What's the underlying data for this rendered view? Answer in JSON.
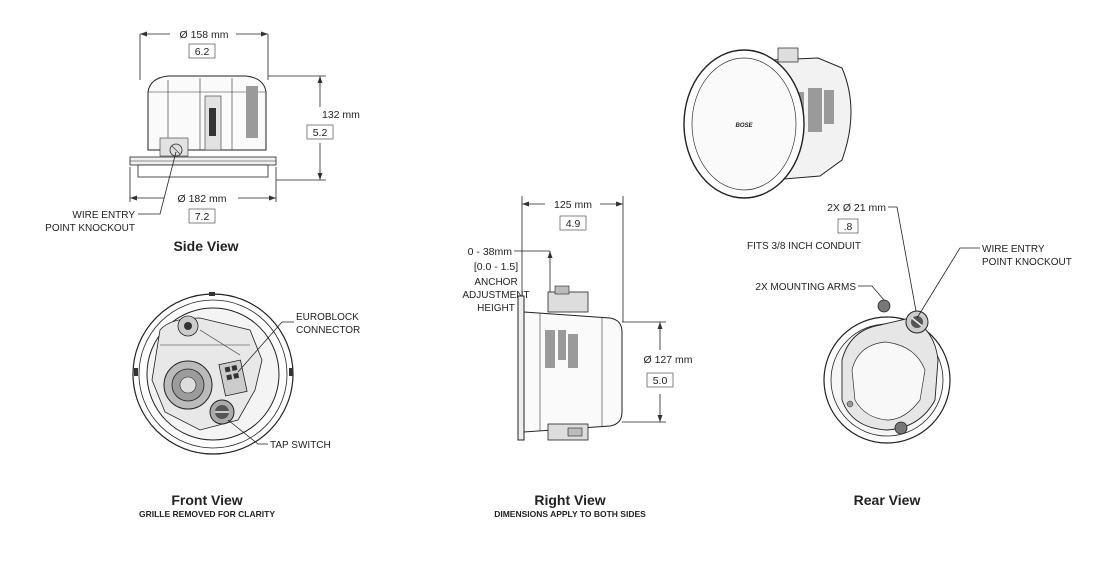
{
  "side_view": {
    "title": "Side View",
    "dim_top_mm": "Ø 158 mm",
    "dim_top_in": "6.2",
    "dim_height_mm": "132 mm",
    "dim_height_in": "5.2",
    "dim_bottom_mm": "Ø 182 mm",
    "dim_bottom_in": "7.2",
    "callout_line1": "WIRE ENTRY",
    "callout_line2": "POINT KNOCKOUT"
  },
  "front_view": {
    "title": "Front View",
    "subtitle": "GRILLE REMOVED FOR CLARITY",
    "callout_euroblock_line1": "EUROBLOCK",
    "callout_euroblock_line2": "CONNECTOR",
    "callout_tap": "TAP SWITCH"
  },
  "right_view": {
    "title": "Right View",
    "subtitle": "DIMENSIONS APPLY TO BOTH SIDES",
    "dim_depth_mm": "125 mm",
    "dim_depth_in": "4.9",
    "anchor_mm": "0 - 38mm",
    "anchor_in": "[0.0 - 1.5]",
    "anchor_line1": "ANCHOR",
    "anchor_line2": "ADJUSTMENT",
    "anchor_line3": "HEIGHT",
    "dim_dia_mm": "Ø 127 mm",
    "dim_dia_in": "5.0"
  },
  "rear_view": {
    "title": "Rear View",
    "conduit_mm": "2X Ø 21 mm",
    "conduit_in": ".8",
    "conduit_note": "FITS 3/8 INCH CONDUIT",
    "callout_wire_line1": "WIRE ENTRY",
    "callout_wire_line2": "POINT KNOCKOUT",
    "callout_arms": "2X MOUNTING ARMS"
  },
  "iso_view": {
    "logo_text": "BOSE"
  }
}
